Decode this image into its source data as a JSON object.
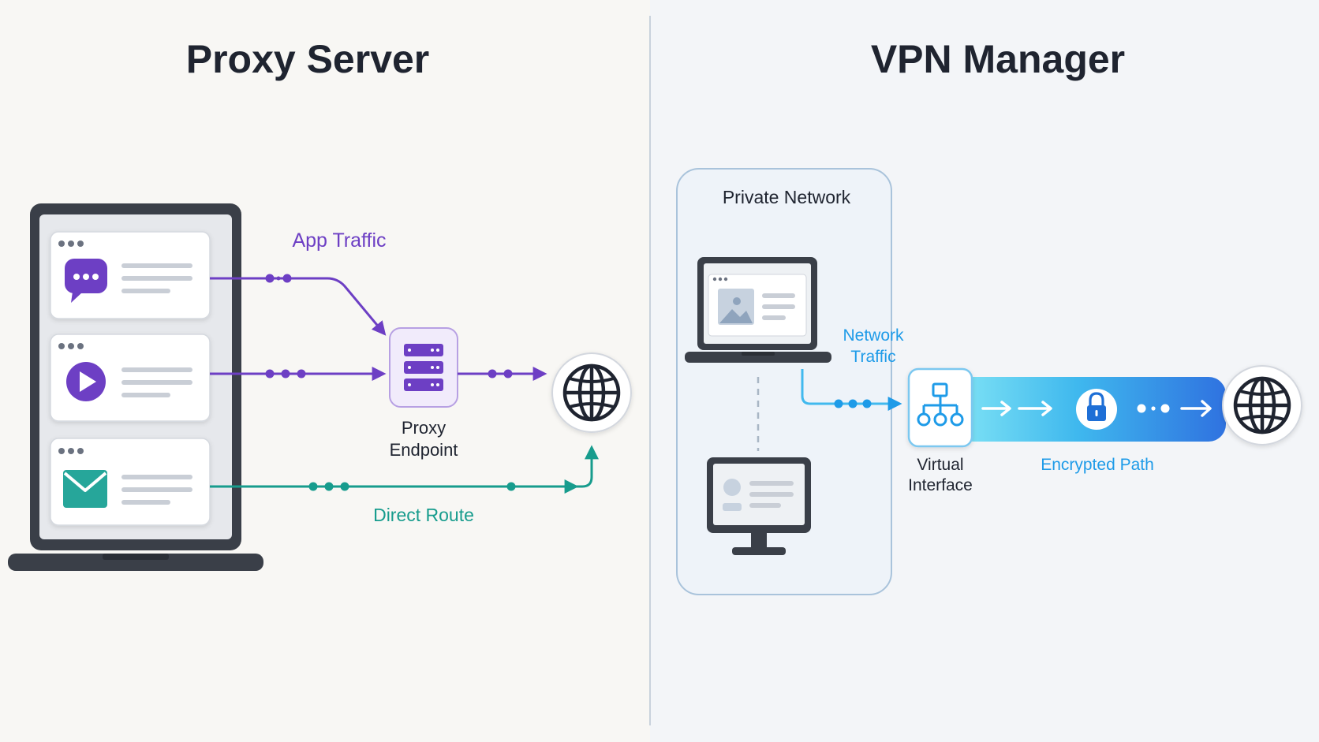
{
  "left_panel": {
    "title": "Proxy Server",
    "app_traffic_label": "App Traffic",
    "proxy_label_line1": "Proxy",
    "proxy_label_line2": "Endpoint",
    "direct_route_label": "Direct Route",
    "apps": [
      {
        "icon": "chat-bubble-icon",
        "color": "#6d3fc4"
      },
      {
        "icon": "play-icon",
        "color": "#6d3fc4"
      },
      {
        "icon": "mail-icon",
        "color": "#26a69a"
      }
    ]
  },
  "right_panel": {
    "title": "VPN Manager",
    "private_network_label": "Private Network",
    "network_traffic_line1": "Network",
    "network_traffic_line2": "Traffic",
    "virtual_line1": "Virtual",
    "virtual_line2": "Interface",
    "encrypted_path_label": "Encrypted Path"
  },
  "colors": {
    "proxy_purple": "#6d3fc4",
    "direct_teal": "#179c8d",
    "vpn_blue": "#1e9be8",
    "title": "#1f2430"
  }
}
